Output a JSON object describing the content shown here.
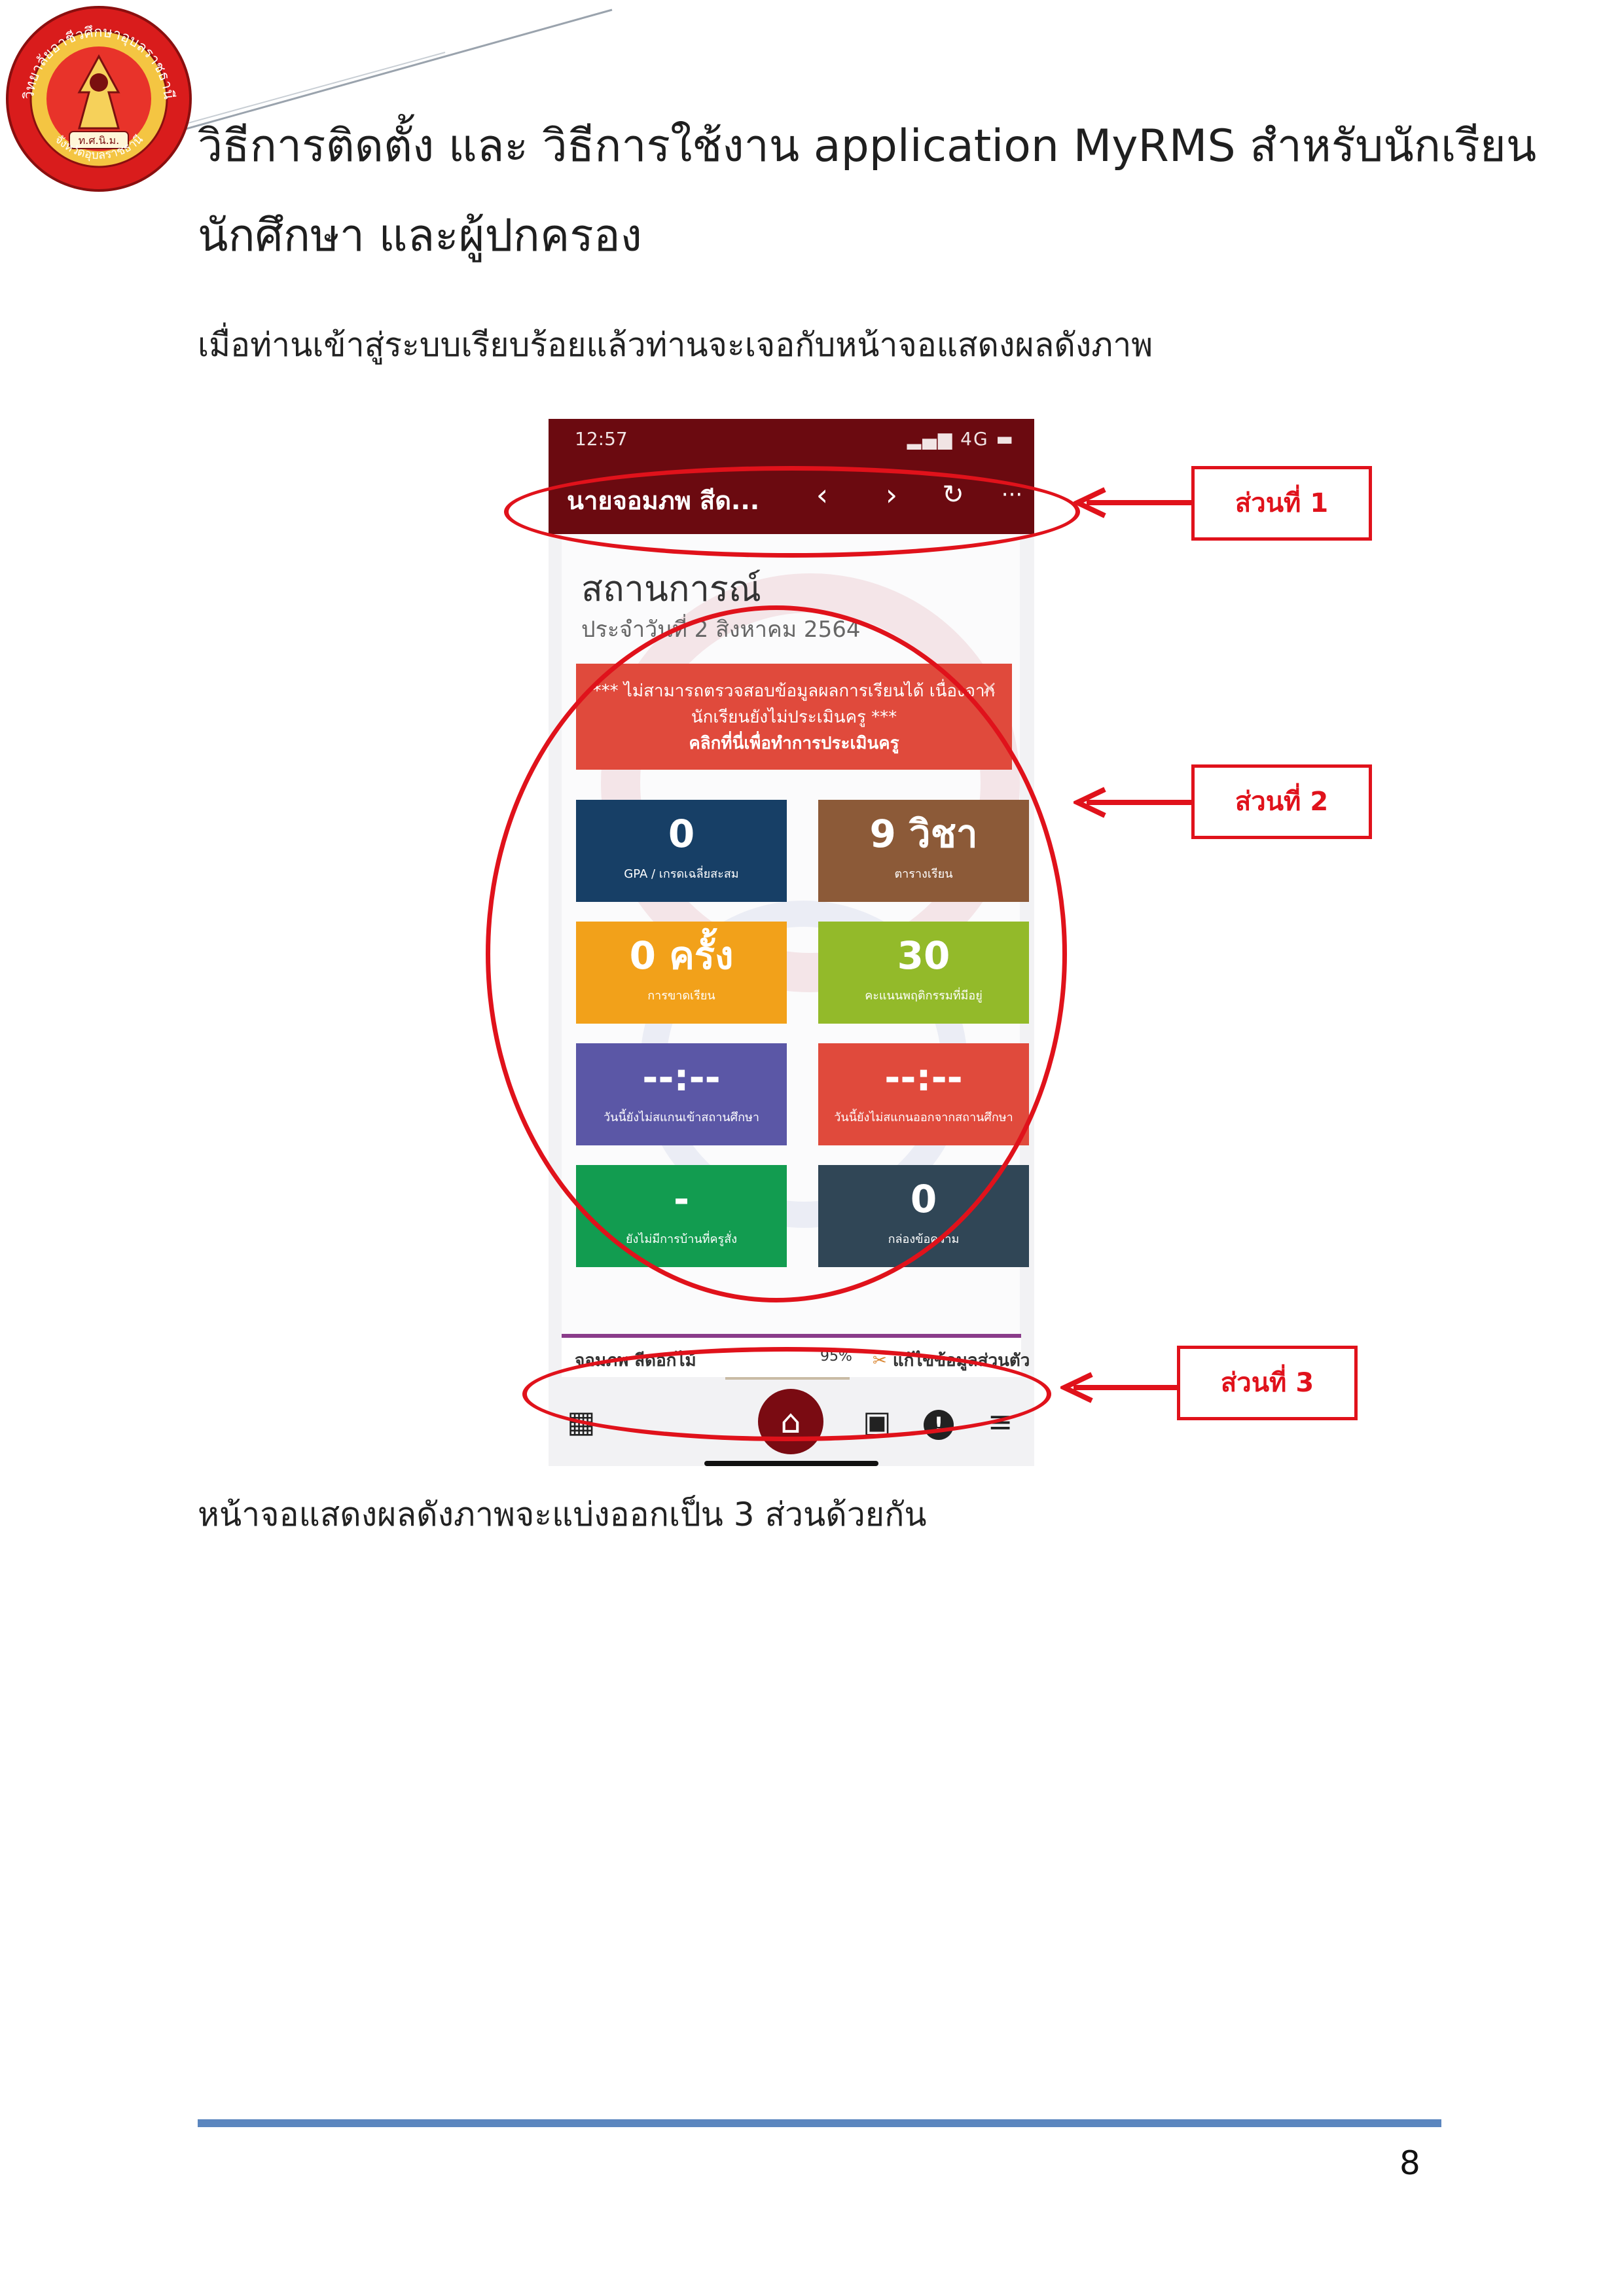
{
  "logo": {
    "arc_text": "วิทยาลัยอาชีวศึกษาอุบลราชธานี",
    "bottom_text": "จังหวัดอุบลราชธานี",
    "center_text": "ท.ศ.นิ.ม."
  },
  "heading": {
    "line1": "วิธีการติดตั้ง และ วิธีการใช้งาน application MyRMS สำหรับนักเรียน",
    "line2": "นักศึกษา และผู้ปกครอง"
  },
  "intro_text": "เมื่อท่านเข้าสู่ระบบเรียบร้อยแล้วท่านจะเจอกับหน้าจอแสดงผลดังภาพ",
  "phone": {
    "status_time": "12:57",
    "status_signal": "▂▄▆ 4G ▬",
    "app_title": "นายจอมภพ สีด...",
    "nav_icons": {
      "back": "‹",
      "forward": "›",
      "reload": "↻",
      "more": "···"
    },
    "situation_title": "สถานการณ์",
    "situation_date": "ประจำวันที่ 2 สิงหาคม 2564",
    "alert": {
      "line1": "*** ไม่สามารถตรวจสอบข้อมูลผลการเรียนได้ เนื่องจาก",
      "line2": "นักเรียนยังไม่ประเมินครู ***",
      "line3": "คลิกที่นี่เพื่อทำการประเมินครู",
      "close": "×"
    },
    "tiles": [
      {
        "value": "0",
        "label": "GPA / เกรดเฉลี่ยสะสม",
        "color": "#173f66"
      },
      {
        "value": "9 วิชา",
        "label": "ตารางเรียน",
        "color": "#8c5a38"
      },
      {
        "value": "0 ครั้ง",
        "label": "การขาดเรียน",
        "color": "#f2a11a"
      },
      {
        "value": "30",
        "label": "คะแนนพฤติกรรมที่มีอยู่",
        "color": "#93ba2a"
      },
      {
        "value": "--:--",
        "label": "วันนี้ยังไม่สแกนเข้าสถานศึกษา",
        "color": "#5b57a6"
      },
      {
        "value": "--:--",
        "label": "วันนี้ยังไม่สแกนออกจากสถานศึกษา",
        "color": "#e04a3c"
      },
      {
        "value": "-",
        "label": "ยังไม่มีการบ้านที่ครูสั่ง",
        "color": "#129c50"
      },
      {
        "value": "0",
        "label": "กล่องข้อความ",
        "color": "#304656"
      }
    ],
    "user_bar": {
      "name": "จอมภพ สีดอกไม้",
      "percent": "95%",
      "edit_label": "แก้ไขข้อมูลส่วนตัว",
      "collapse": "–"
    },
    "bottom_icons": {
      "dashboard": "▦",
      "home": "⌂",
      "qr": "▣",
      "info": "!",
      "menu": "≡"
    }
  },
  "callouts": {
    "part1": "ส่วนที่ 1",
    "part2": "ส่วนที่ 2",
    "part3": "ส่วนที่ 3"
  },
  "outro_text": "หน้าจอแสดงผลดังภาพจะแบ่งออกเป็น 3 ส่วนด้วยกัน",
  "page_number": "8",
  "colors": {
    "annotation_red": "#e0121b",
    "app_maroon": "#6b0a10",
    "footer_blue": "#5b86bf"
  }
}
